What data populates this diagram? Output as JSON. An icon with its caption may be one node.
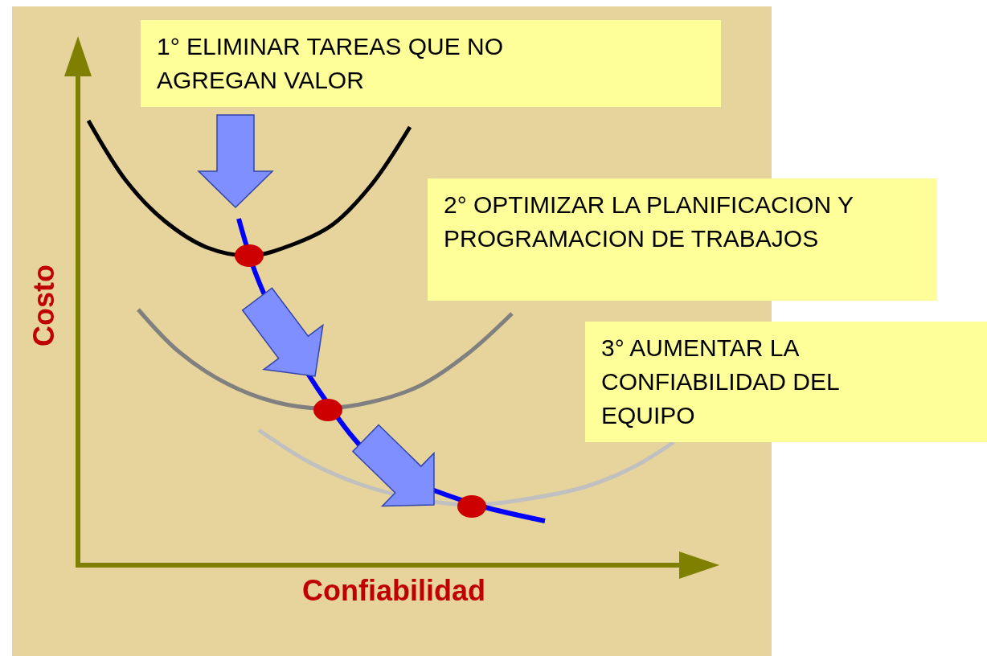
{
  "diagram": {
    "nodes": [
      {
        "text": [
          "1° ELIMINAR TAREAS QUE NO AGREGAN VALOR"
        ]
      },
      {
        "text": [
          "2° OPTIMIZAR LA PLANIFICACION Y PROGRAMACION DE TRABAJOS"
        ]
      },
      {
        "text": [
          "3° AUMENTAR LA CONFIABILIDAD DEL EQUIPO"
        ]
      }
    ],
    "labels": [
      "Costo",
      "Confiabilidad"
    ]
  }
}
